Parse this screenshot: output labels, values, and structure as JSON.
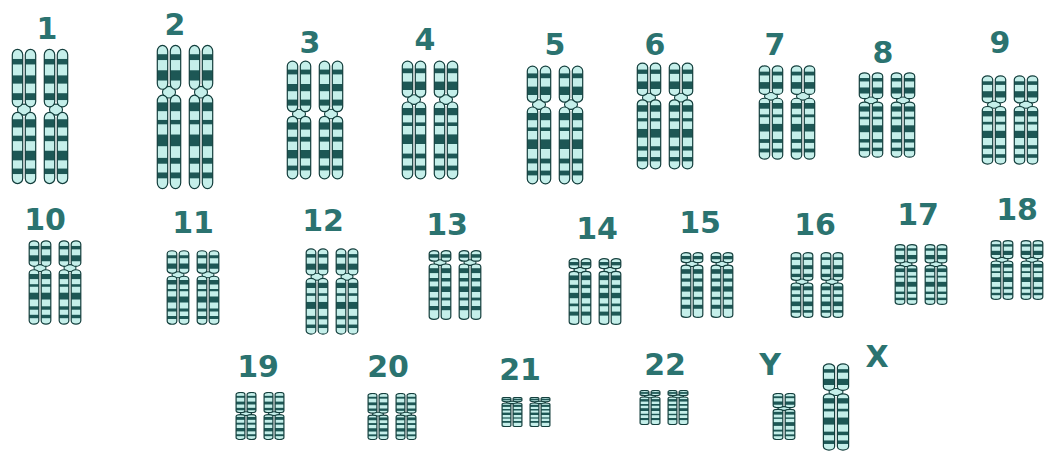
{
  "diagram": {
    "labels": [
      "1",
      "2",
      "3",
      "4",
      "5",
      "6",
      "7",
      "8",
      "9",
      "10",
      "11",
      "12",
      "13",
      "14",
      "15",
      "16",
      "17",
      "18",
      "19",
      "20",
      "21",
      "22",
      "Y",
      "X"
    ]
  }
}
